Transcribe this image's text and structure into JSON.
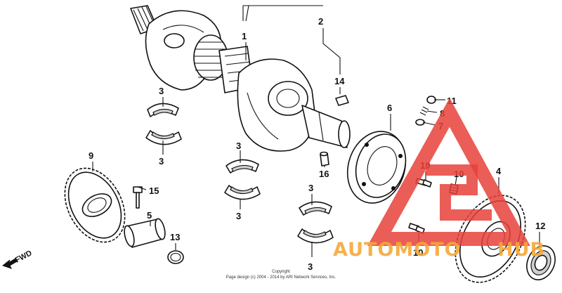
{
  "callouts": [
    {
      "id": "c1",
      "text": "1"
    },
    {
      "id": "c2",
      "text": "2"
    },
    {
      "id": "c14",
      "text": "14"
    },
    {
      "id": "c3a",
      "text": "3"
    },
    {
      "id": "c3b",
      "text": "3"
    },
    {
      "id": "c3c",
      "text": "3"
    },
    {
      "id": "c3d",
      "text": "3"
    },
    {
      "id": "c3e",
      "text": "3"
    },
    {
      "id": "c3f",
      "text": "3"
    },
    {
      "id": "c6",
      "text": "6"
    },
    {
      "id": "c11",
      "text": "11"
    },
    {
      "id": "c8",
      "text": "8"
    },
    {
      "id": "c7",
      "text": "7"
    },
    {
      "id": "c16",
      "text": "16"
    },
    {
      "id": "c9",
      "text": "9"
    },
    {
      "id": "c15",
      "text": "15"
    },
    {
      "id": "c5",
      "text": "5"
    },
    {
      "id": "c13",
      "text": "13"
    },
    {
      "id": "c10a",
      "text": "10"
    },
    {
      "id": "c10b",
      "text": "10"
    },
    {
      "id": "c10c",
      "text": "10"
    },
    {
      "id": "c4",
      "text": "4"
    },
    {
      "id": "c12",
      "text": "12"
    }
  ],
  "fwd_label": "FWD",
  "copyright": {
    "line1": "Copyright",
    "line2": "Page design (c) 2004 - 2014 by ARI Network Services, Inc."
  },
  "watermark": {
    "text_auto": "AUTOMOTO",
    "text_hub": "HUB",
    "color_red": "#e8413a",
    "color_orange": "#f4a93a"
  }
}
